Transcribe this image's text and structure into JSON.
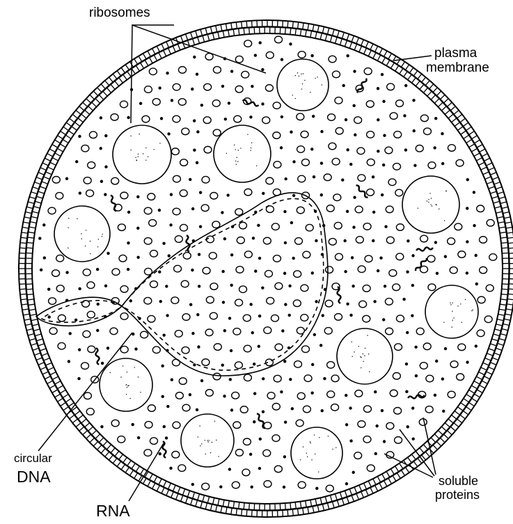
{
  "labels": {
    "ribosomes": "ribosomes",
    "plasma_membrane_line1": "plasma",
    "plasma_membrane_line2": "membrane",
    "circular_line1": "circular",
    "dna": "DNA",
    "rna": "RNA",
    "soluble_line1": "soluble",
    "soluble_line2": "proteins"
  },
  "colors": {
    "ink": "#000000",
    "paper": "#ffffff"
  }
}
